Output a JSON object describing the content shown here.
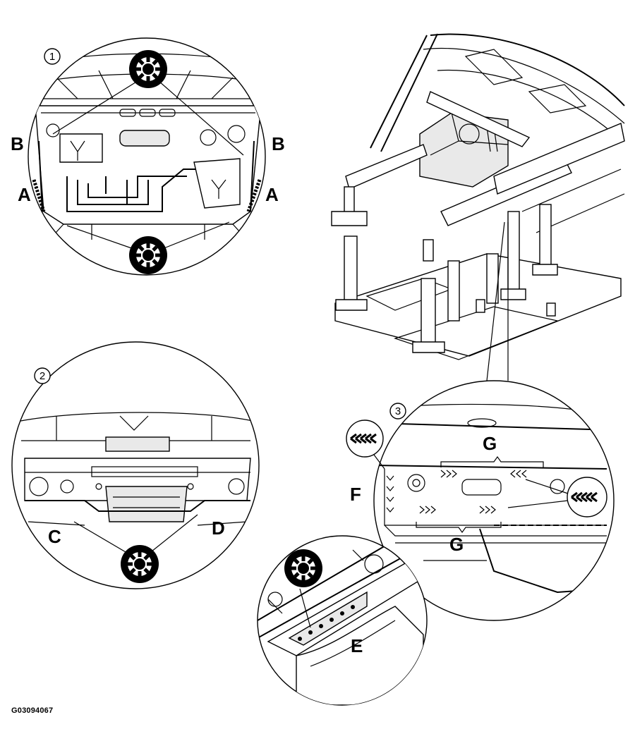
{
  "step_numbers": [
    "1",
    "2",
    "3"
  ],
  "callout_labels": {
    "a_left": "A",
    "a_right": "A",
    "b_left": "B",
    "b_right": "B",
    "c": "C",
    "d": "D",
    "e": "E",
    "f": "F",
    "g_top": "G",
    "g_bottom": "G"
  },
  "figure_id": "G03094067",
  "icons": [
    "spot-weld-drill-icon",
    "cut-direction-arrow-icon"
  ]
}
